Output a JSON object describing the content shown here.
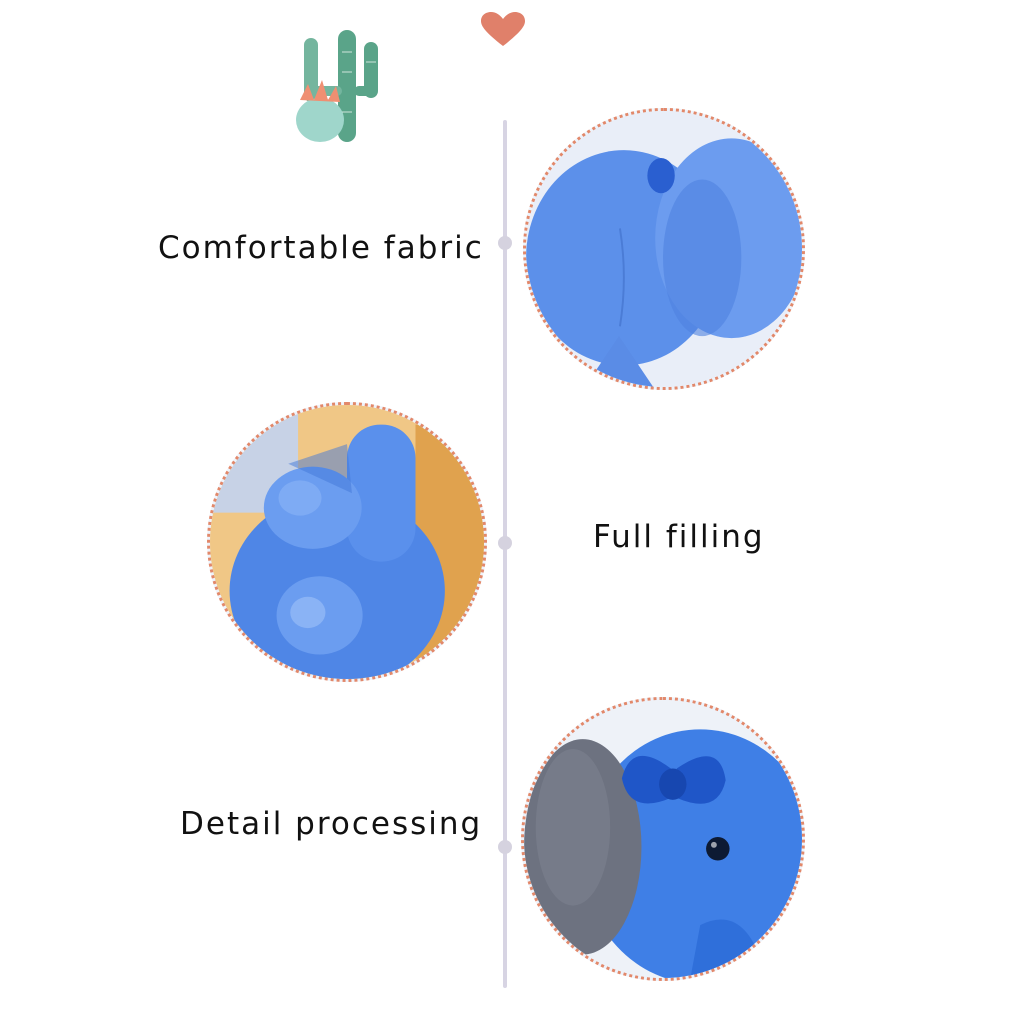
{
  "features": [
    {
      "label": "Comfortable fabric"
    },
    {
      "label": "Full filling"
    },
    {
      "label": "Detail processing"
    }
  ],
  "colors": {
    "plush_blue": "#4f86e6",
    "bow_blue": "#1f56c8",
    "ear_gray": "#6d7280",
    "timeline": "#d7d4e3",
    "dotted_border": "#e2886a",
    "heart": "#e0806a",
    "cactus_green": "#5fa48a"
  },
  "icons": [
    "cactus-icon",
    "heart-icon"
  ]
}
